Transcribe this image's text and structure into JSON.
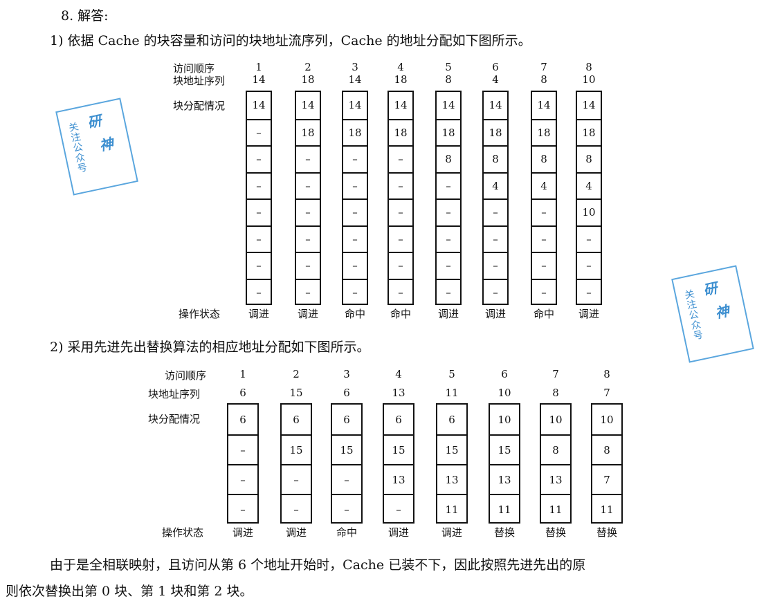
{
  "heading": "8. 解答:",
  "part1_intro": "1) 依据 Cache 的块容量和访问的块地址流序列，Cache 的地址分配如下图所示。",
  "part2_intro": "2) 采用先进先出替换算法的相应地址分配如下图所示。",
  "conclusion_line1": "由于是全相联映射，且访问从第 6 个地址开始时，Cache 已装不下，因此按照先进先出的原",
  "conclusion_line2": "则依次替换出第 0 块、第 1 块和第 2 块。",
  "row_labels": {
    "order": "访问顺序",
    "sequence": "块地址序列",
    "allocation": "块分配情况",
    "status": "操作状态"
  },
  "stamp": {
    "text_left": "关注公众号",
    "text_big1": "研",
    "text_big2": "神",
    "color": "#3d8fd0"
  },
  "table1": {
    "order": [
      "1",
      "2",
      "3",
      "4",
      "5",
      "6",
      "7",
      "8"
    ],
    "sequence": [
      "14",
      "18",
      "14",
      "18",
      "8",
      "4",
      "8",
      "10"
    ],
    "columns": [
      [
        "14",
        "–",
        "–",
        "–",
        "–",
        "–",
        "–",
        "–"
      ],
      [
        "14",
        "18",
        "–",
        "–",
        "–",
        "–",
        "–",
        "–"
      ],
      [
        "14",
        "18",
        "–",
        "–",
        "–",
        "–",
        "–",
        "–"
      ],
      [
        "14",
        "18",
        "–",
        "–",
        "–",
        "–",
        "–",
        "–"
      ],
      [
        "14",
        "18",
        "8",
        "–",
        "–",
        "–",
        "–",
        "–"
      ],
      [
        "14",
        "18",
        "8",
        "4",
        "–",
        "–",
        "–",
        "–"
      ],
      [
        "14",
        "18",
        "8",
        "4",
        "–",
        "–",
        "–",
        "–"
      ],
      [
        "14",
        "18",
        "8",
        "4",
        "10",
        "–",
        "–",
        "–"
      ]
    ],
    "status": [
      "调进",
      "调进",
      "命中",
      "命中",
      "调进",
      "调进",
      "命中",
      "调进"
    ]
  },
  "table2": {
    "order": [
      "1",
      "2",
      "3",
      "4",
      "5",
      "6",
      "7",
      "8"
    ],
    "sequence": [
      "6",
      "15",
      "6",
      "13",
      "11",
      "10",
      "8",
      "7"
    ],
    "columns": [
      [
        "6",
        "–",
        "–",
        "–"
      ],
      [
        "6",
        "15",
        "–",
        "–"
      ],
      [
        "6",
        "15",
        "–",
        "–"
      ],
      [
        "6",
        "15",
        "13",
        "–"
      ],
      [
        "6",
        "15",
        "13",
        "11"
      ],
      [
        "10",
        "15",
        "13",
        "11"
      ],
      [
        "10",
        "8",
        "13",
        "11"
      ],
      [
        "10",
        "8",
        "7",
        "11"
      ]
    ],
    "status": [
      "调进",
      "调进",
      "命中",
      "调进",
      "调进",
      "替换",
      "替换",
      "替换"
    ]
  }
}
